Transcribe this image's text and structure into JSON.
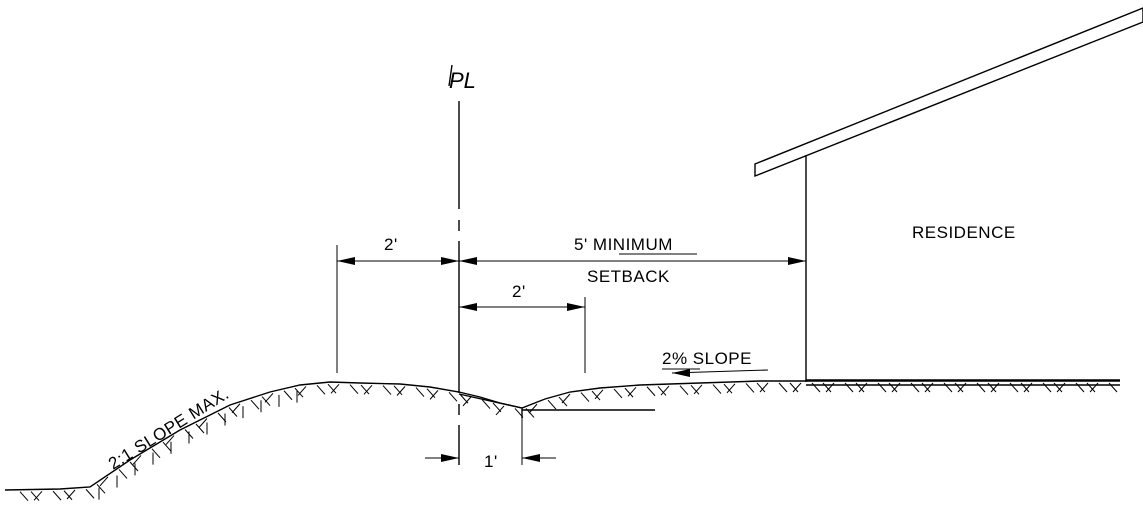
{
  "diagram": {
    "property_line_label": "PL",
    "residence_label": "RESIDENCE",
    "dim_left_2ft": "2'",
    "setback_line1": "5' MINIMUM",
    "setback_line2": "SETBACK",
    "dim_inner_2ft": "2'",
    "dim_1ft": "1'",
    "slope_right": "2% SLOPE",
    "slope_left": "2:1 SLOPE MAX."
  }
}
